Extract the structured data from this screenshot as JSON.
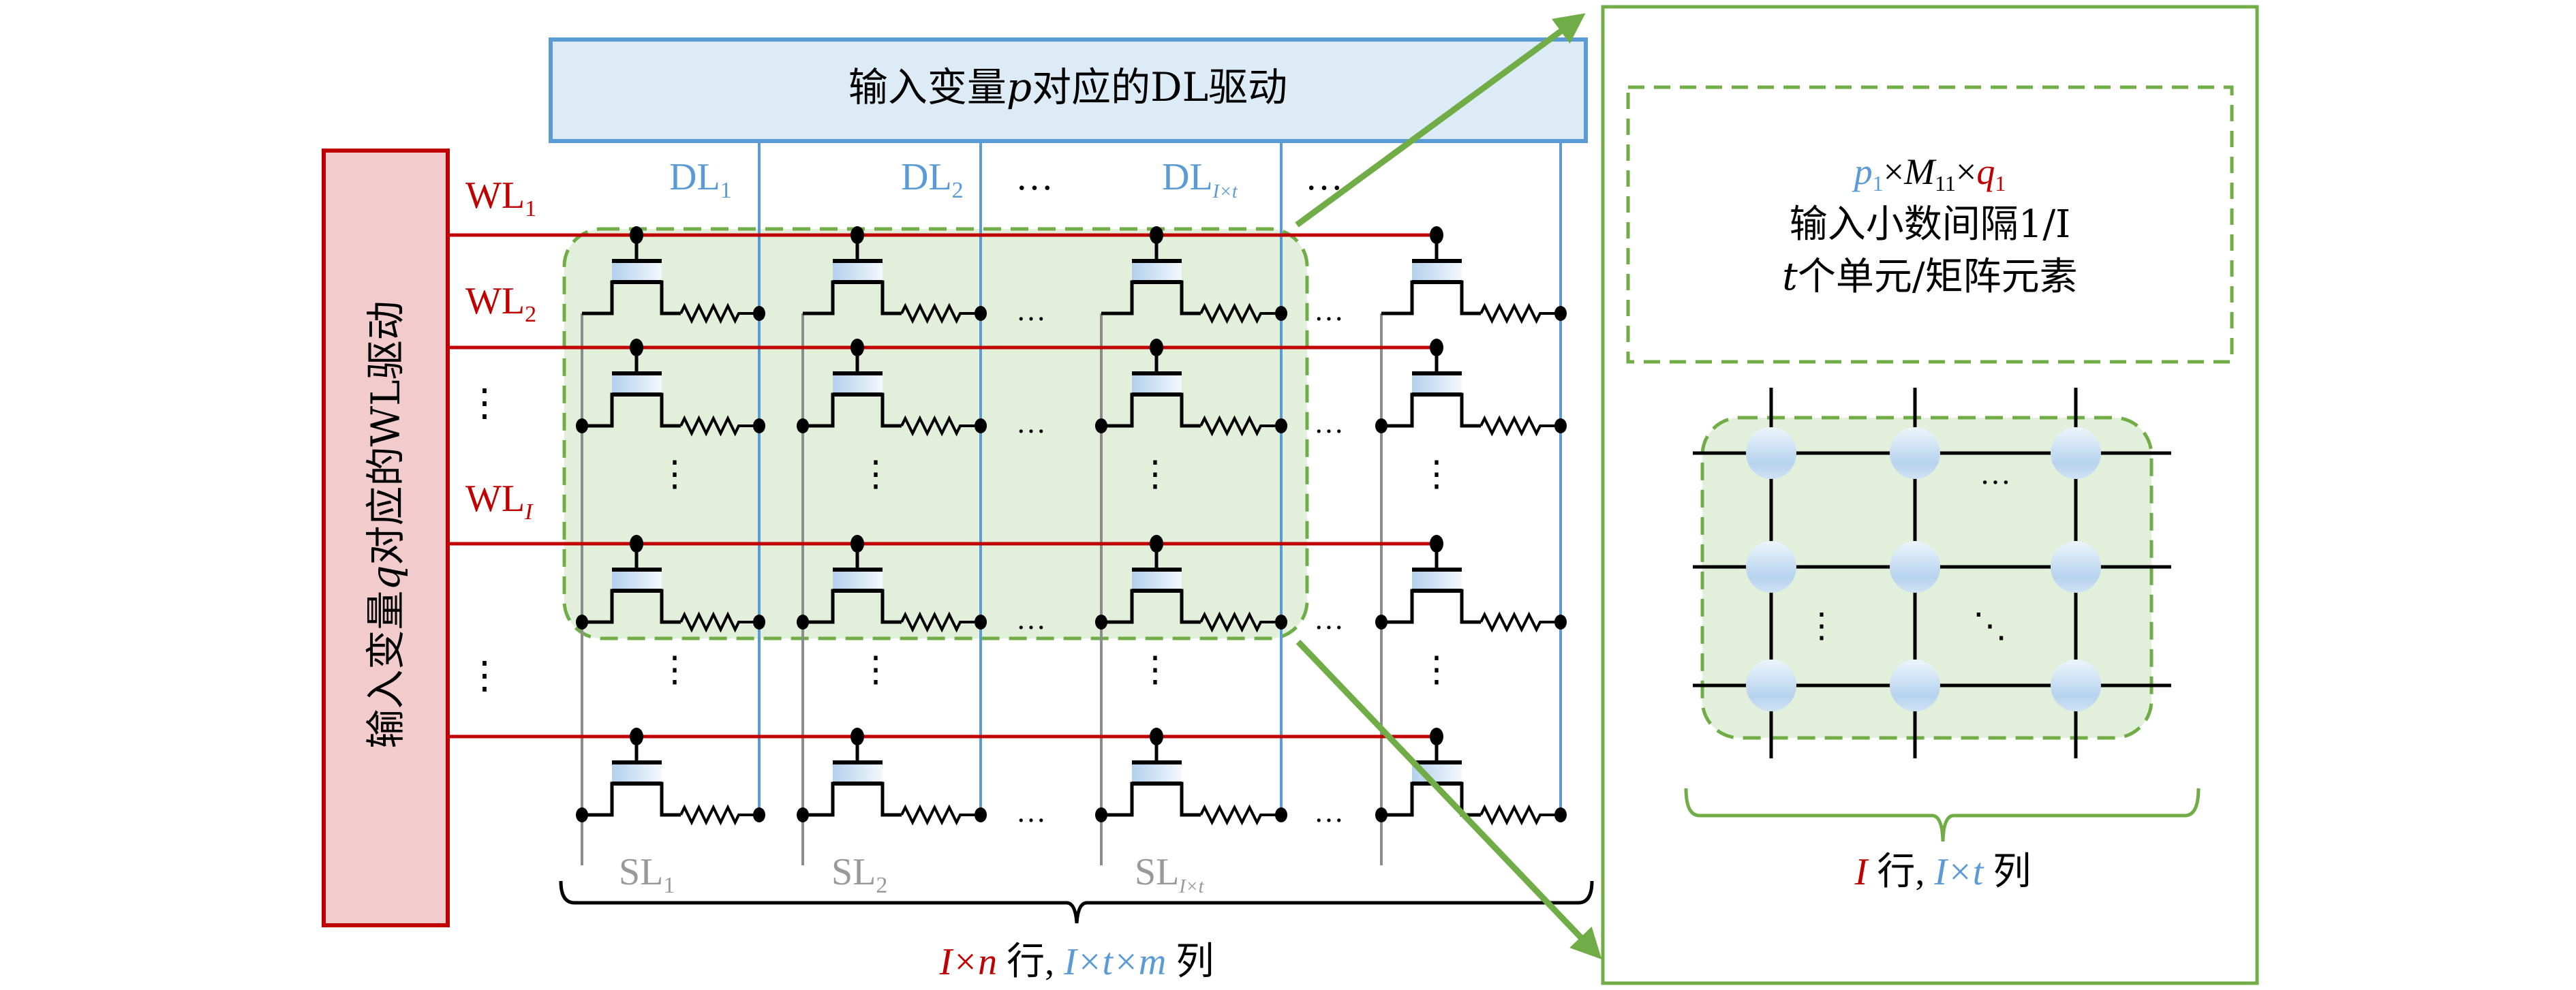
{
  "colors": {
    "wl_red": "#c00000",
    "wl_box_fill": "#f2cbcc",
    "dl_blue": "#5b9bd5",
    "dl_box_fill": "#ddebf7",
    "sl_gray": "#8c8c8c",
    "sl_text_gray": "#999999",
    "group_green": "#70ad47",
    "group_fill": "#e2efda",
    "gate_grad_start": "#b3d0ec",
    "gate_grad_end": "#f3f8fd",
    "black": "#000000"
  },
  "dl_driver": {
    "label_prefix": "输入变量",
    "label_var": "p",
    "label_suffix": "对应的DL驱动"
  },
  "wl_driver": {
    "label_prefix": "输入变量",
    "label_var": "q",
    "label_suffix": "对应的WL驱动"
  },
  "wordlines": [
    {
      "name": "WL",
      "sub": "1"
    },
    {
      "name": "WL",
      "sub": "2"
    },
    {
      "name": "⋮",
      "sub": ""
    },
    {
      "name": "WL",
      "sub": "I"
    },
    {
      "name": "⋮",
      "sub": ""
    }
  ],
  "datalines": [
    {
      "name": "DL",
      "sub": "1"
    },
    {
      "name": "DL",
      "sub": "2"
    },
    {
      "name": "…",
      "sub": ""
    },
    {
      "name": "DL",
      "sub": "I×t"
    },
    {
      "name": "…",
      "sub": ""
    }
  ],
  "sourcelines": [
    {
      "name": "SL",
      "sub": "1"
    },
    {
      "name": "SL",
      "sub": "2"
    },
    {
      "name": "SL",
      "sub": "I×t"
    }
  ],
  "array_grid": {
    "cell_columns": 4,
    "cell_rows": 4,
    "ellipsis_horizontal": "…",
    "ellipsis_vertical": "⋮"
  },
  "bottom_label": {
    "part1_var": "I×n",
    "part1_text": " 行, ",
    "part2_var": "I×t×m",
    "part2_text": " 列"
  },
  "detail_panel": {
    "formula": {
      "p": "p",
      "p_sub": "1",
      "times1": "×",
      "m": "M",
      "m_sub": "11",
      "times2": "×",
      "q": "q",
      "q_sub": "1"
    },
    "line2": "输入小数间隔1/I",
    "line3_var": "t",
    "line3_text": "个单元/矩阵元素",
    "grid_ellipsis_h": "…",
    "grid_ellipsis_v": "⋮",
    "grid_ellipsis_d": "⋱",
    "bottom_label": {
      "part1_var": "I",
      "part1_text": " 行, ",
      "part2_var": "I×t",
      "part2_text": " 列"
    }
  }
}
